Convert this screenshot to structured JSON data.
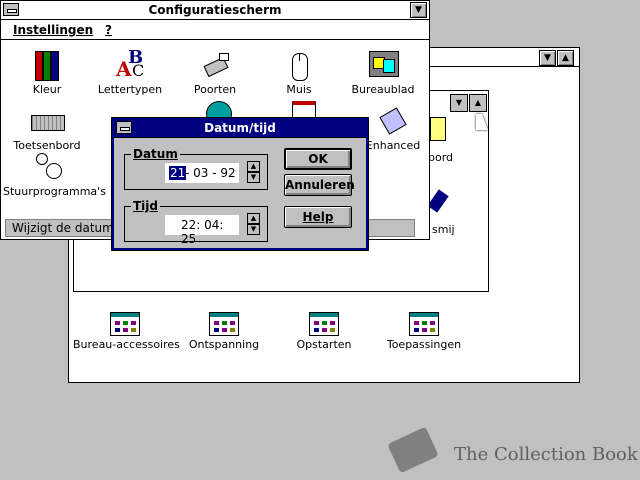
{
  "control_panel": {
    "title": "Configuratiescherm",
    "menu": [
      {
        "label": "Instellingen"
      },
      {
        "label": "?"
      }
    ],
    "icons": [
      {
        "label": "Kleur"
      },
      {
        "label": "Lettertypen"
      },
      {
        "label": "Poorten"
      },
      {
        "label": "Muis"
      },
      {
        "label": "Bureaublad"
      },
      {
        "label": "Toetsenbord"
      },
      {
        "label": "Enhanced"
      },
      {
        "label": "Stuurprogramma's"
      }
    ],
    "status": "Wijzigt de datum"
  },
  "program_manager": {
    "partial_labels": {
      "bord": "bord",
      "smij": "smij"
    },
    "groups": [
      {
        "label": "Bureau-accessoires"
      },
      {
        "label": "Ontspanning"
      },
      {
        "label": "Opstarten"
      },
      {
        "label": "Toepassingen"
      }
    ]
  },
  "dialog": {
    "title": "Datum/tijd",
    "date_label": "Datum",
    "date_day": "21",
    "date_rest": "- 03 - 92",
    "time_label": "Tijd",
    "time_value": "22: 04: 25",
    "ok_label": "OK",
    "cancel_label": "Annuleren",
    "help_label": "Help"
  },
  "watermark": {
    "text": "The Collection Book"
  },
  "colors": {
    "titlebar_active": "#000080",
    "desktop": "#c0c0c0",
    "selection": "#000080"
  }
}
